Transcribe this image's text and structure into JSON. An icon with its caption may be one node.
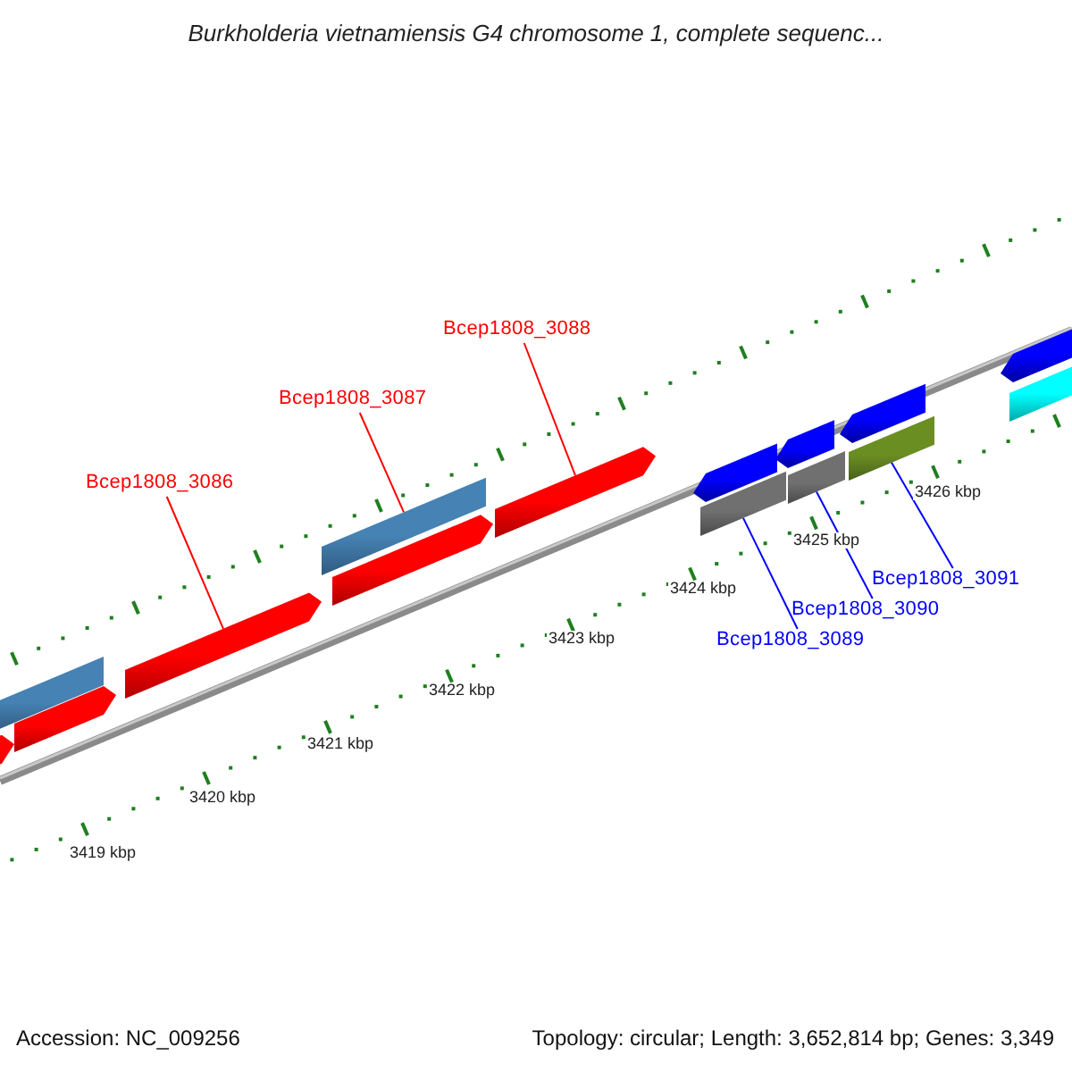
{
  "diagram": {
    "title": "Burkholderia vietnamiensis G4 chromosome 1, complete sequenc...",
    "nodes": [
      {
        "text": [
          "Bcep1808_3086"
        ]
      },
      {
        "text": [
          "Bcep1808_3087"
        ]
      },
      {
        "text": [
          "Bcep1808_3088"
        ]
      },
      {
        "text": [
          "Bcep1808_3089"
        ]
      },
      {
        "text": [
          "Bcep1808_3090"
        ]
      },
      {
        "text": [
          "Bcep1808_3091"
        ]
      },
      {
        "text": [],
        "shape": "bar"
      },
      {
        "text": [],
        "shape": "bar"
      },
      {
        "text": [],
        "shape": "bar"
      },
      {
        "text": [],
        "shape": "bar"
      },
      {
        "text": [],
        "shape": "bar"
      },
      {
        "text": [],
        "shape": "bar"
      },
      {
        "text": [],
        "shape": "bar"
      },
      {
        "text": [],
        "shape": "bar"
      },
      {
        "text": [],
        "shape": "bar"
      },
      {
        "text": [],
        "shape": "bar"
      },
      {
        "text": [],
        "shape": "bar"
      },
      {
        "text": [],
        "shape": "bar"
      },
      {
        "text": [],
        "shape": "bar"
      },
      {
        "text": [],
        "shape": "bar"
      },
      {
        "text": [],
        "shape": "bar"
      }
    ],
    "edges": [
      {
        "from": 0,
        "to": 9,
        "arrow": "none",
        "color": "#ff0000"
      },
      {
        "from": 1,
        "to": 10,
        "arrow": "none",
        "color": "#ff0000"
      },
      {
        "from": 2,
        "to": 12,
        "arrow": "none",
        "color": "#ff0000"
      },
      {
        "from": 3,
        "to": 14,
        "arrow": "none",
        "color": "#0000ff"
      },
      {
        "from": 4,
        "to": 16,
        "arrow": "none",
        "color": "#0000ff"
      },
      {
        "from": 5,
        "to": 18,
        "arrow": "none",
        "color": "#0000ff"
      }
    ],
    "labels": [
      "3419 kbp",
      "3420 kbp",
      "3421 kbp",
      "3422 kbp",
      "3423 kbp",
      "3424 kbp",
      "3425 kbp",
      "3426 kbp",
      "Accession: NC_009256",
      "Topology: circular; Length: 3,652,814 bp; Genes: 3,349"
    ]
  }
}
